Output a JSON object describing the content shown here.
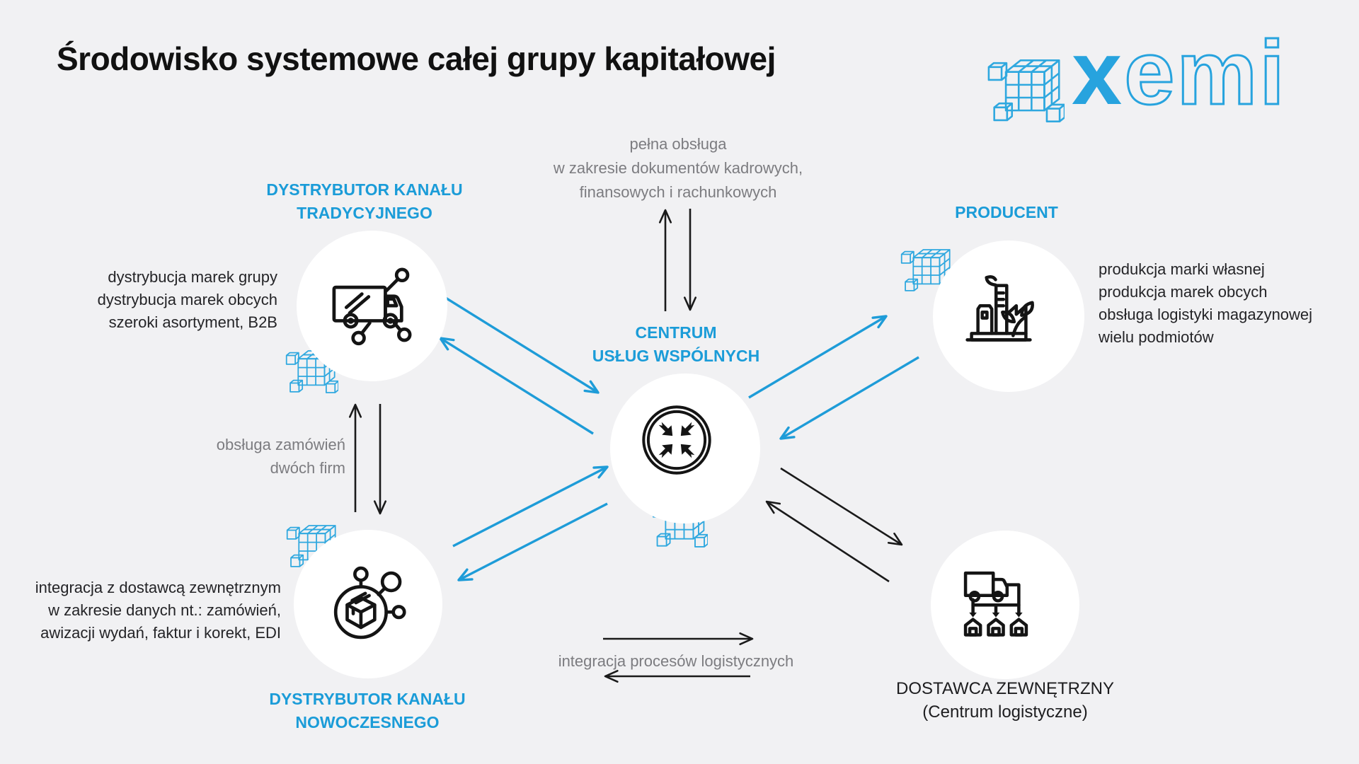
{
  "title": "Środowisko systemowe całej grupy kapitałowej",
  "logo": {
    "name": "xemi",
    "x": "x",
    "emi": "emi"
  },
  "colors": {
    "background": "#f1f1f3",
    "accent_blue": "#1e9cd8",
    "cube_blue": "#2fa8df",
    "text_dark": "#161616",
    "text_gray": "#7c7c80",
    "node_fill": "#ffffff"
  },
  "center": {
    "label": [
      "CENTRUM",
      "USŁUG WSPÓLNYCH"
    ],
    "icon": "converge-arrows-icon"
  },
  "nodes": {
    "traditional": {
      "label": [
        "DYSTRYBUTOR KANAŁU",
        "TRADYCYJNEGO"
      ],
      "icon": "delivery-truck-network-icon",
      "desc": [
        "dystrybucja marek grupy",
        "dystrybucja marek obcych",
        "szeroki asortyment, B2B"
      ]
    },
    "modern": {
      "label": [
        "DYSTRYBUTOR KANAŁU",
        "NOWOCZESNEGO"
      ],
      "icon": "package-network-icon",
      "desc": [
        "integracja z dostawcą zewnętrznym",
        "w zakresie danych nt.: zamówień,",
        "awizacji wydań, faktur i korekt, EDI"
      ]
    },
    "producer": {
      "label": [
        "PRODUCENT"
      ],
      "icon": "factory-leaf-icon",
      "desc": [
        "produkcja marki własnej",
        "produkcja marek obcych",
        "obsługa logistyki magazynowej",
        "wielu podmiotów"
      ]
    },
    "external": {
      "label": [
        "DOSTAWCA ZEWNĘTRZNY",
        "(Centrum logistyczne)"
      ],
      "icon": "truck-warehouses-icon"
    }
  },
  "annotations": {
    "hr_services": [
      "pełna obsługa",
      "w zakresie dokumentów kadrowych,",
      "finansowych i rachunkowych"
    ],
    "orders": [
      "obsługa zamówień",
      "dwóch firm"
    ],
    "logistics": [
      "integracja procesów logistycznych"
    ]
  },
  "connections": [
    {
      "from": "traditional",
      "to": "center",
      "color": "blue",
      "direction": "both"
    },
    {
      "from": "modern",
      "to": "center",
      "color": "blue",
      "direction": "both"
    },
    {
      "from": "producer",
      "to": "center",
      "color": "blue",
      "direction": "both"
    },
    {
      "from": "external",
      "to": "center",
      "color": "black",
      "direction": "both"
    },
    {
      "from": "traditional",
      "to": "modern",
      "color": "black",
      "direction": "both",
      "annotation": "orders"
    },
    {
      "from": "center",
      "to": "hr_services",
      "color": "black",
      "direction": "both",
      "annotation": "hr_services"
    },
    {
      "from": "center",
      "to": "external",
      "color": "black",
      "direction": "both",
      "annotation": "logistics"
    }
  ]
}
